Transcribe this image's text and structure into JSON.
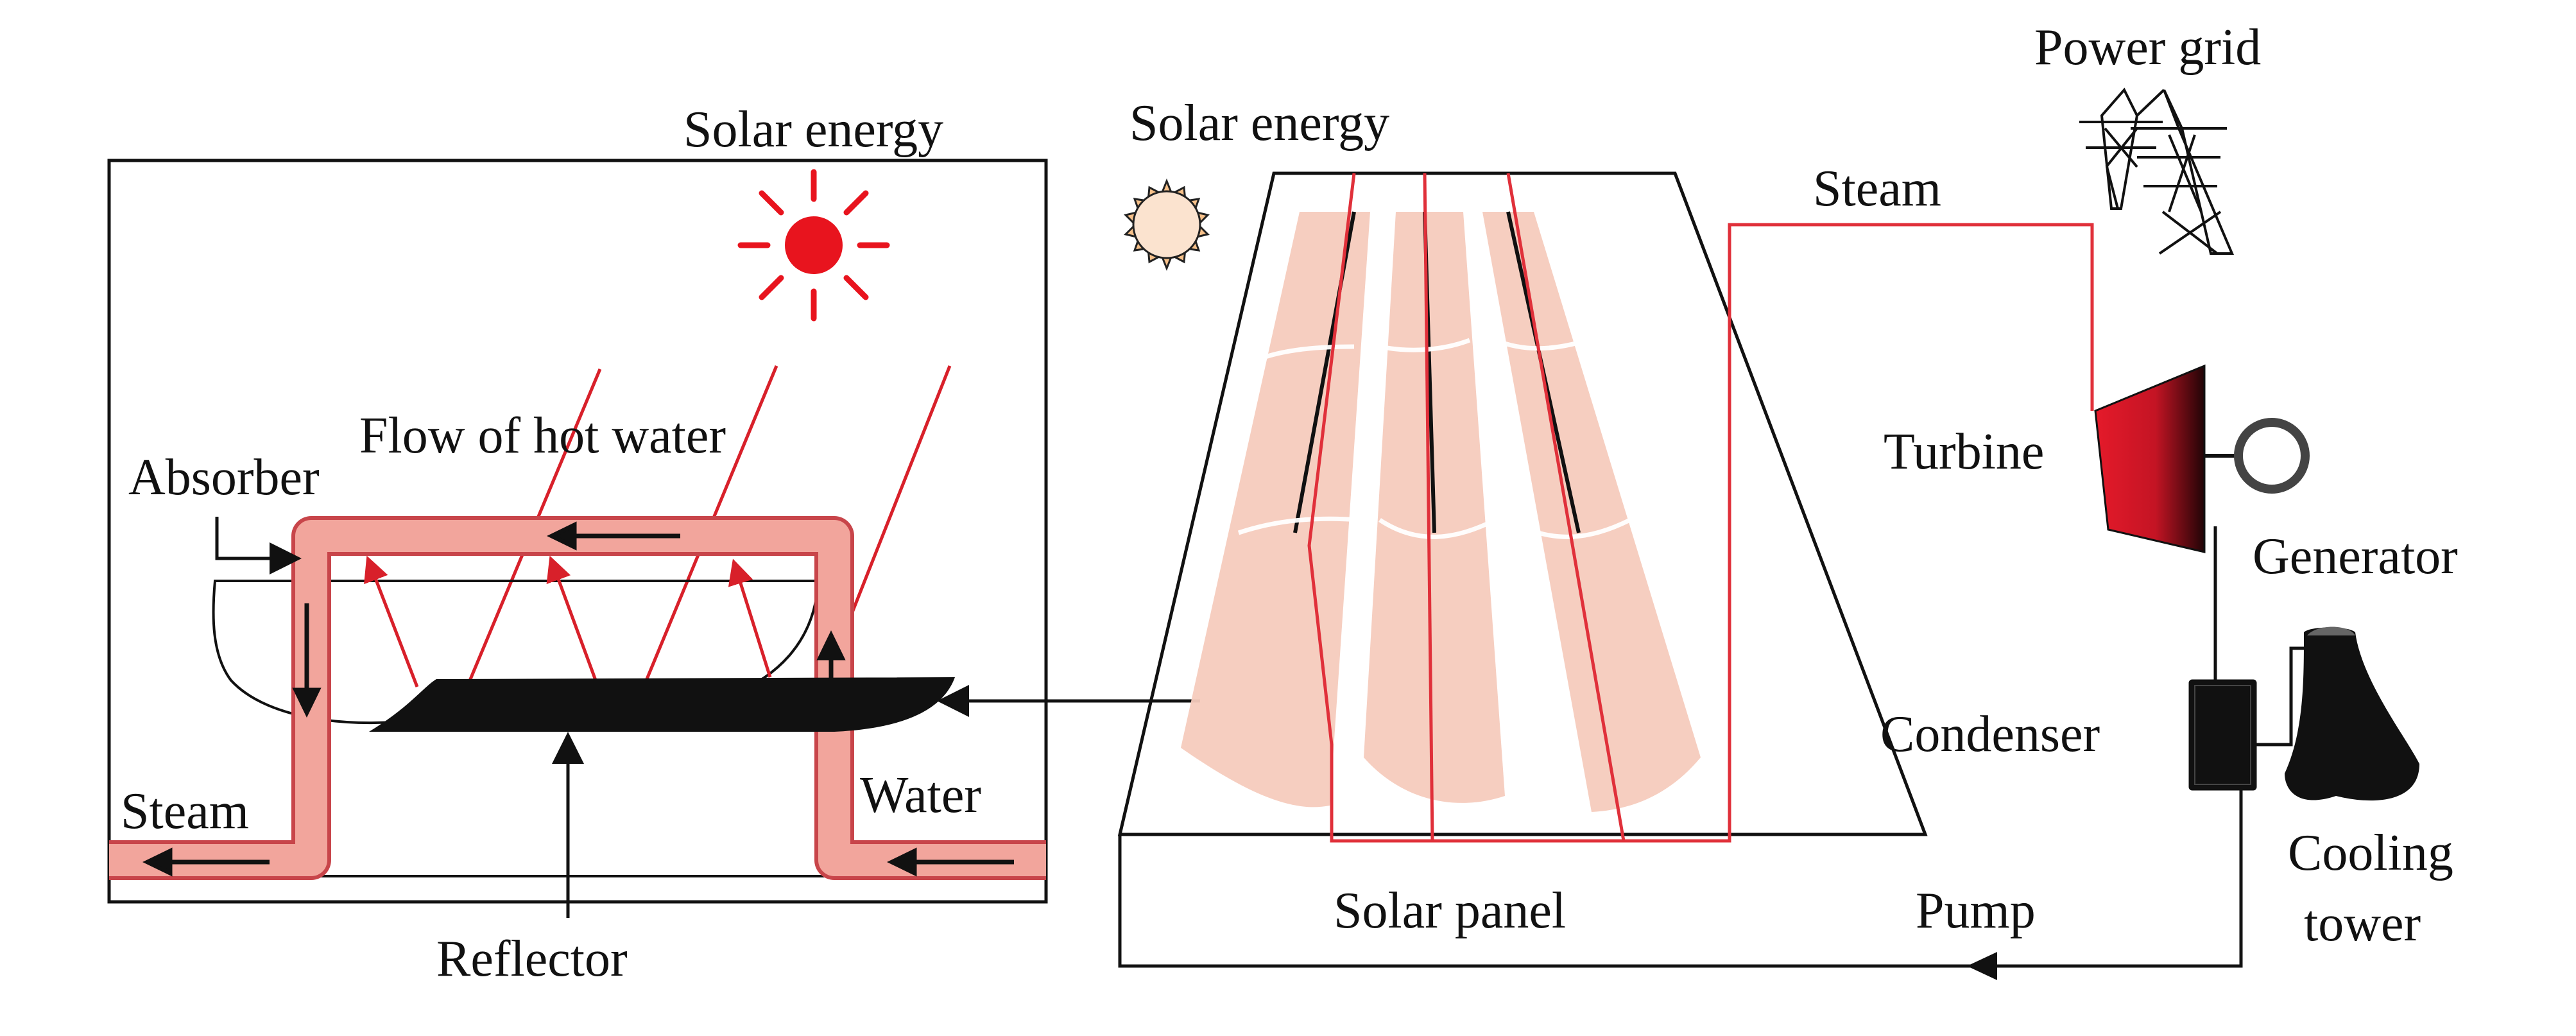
{
  "labels": {
    "solar_energy_left": "Solar energy",
    "solar_energy_right": "Solar energy",
    "power_grid": "Power grid",
    "steam_top": "Steam",
    "flow_of_hot_water": "Flow of hot water",
    "absorber": "Absorber",
    "turbine": "Turbine",
    "generator": "Generator",
    "condenser": "Condenser",
    "steam_left": "Steam",
    "water": "Water",
    "cooling": "Cooling",
    "tower": "tower",
    "solar_panel": "Solar panel",
    "pump": "Pump",
    "reflector": "Reflector"
  },
  "colors": {
    "line": "#111111",
    "steam_pipe": "#e0303a",
    "pipe_fill": "#f2a59c",
    "pipe_edge": "#c8454a",
    "sun_red": "#e8141e",
    "sun_pale": "#fbe3cf",
    "panel_fill": "#f6cbbd",
    "turbine_red": "#e51a2a"
  }
}
